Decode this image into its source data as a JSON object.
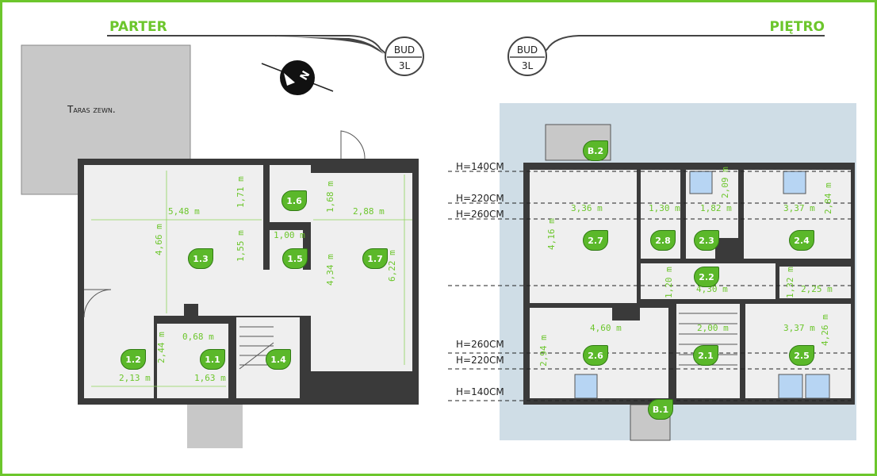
{
  "ground_floor": {
    "title": "PARTER",
    "badge": {
      "line1": "BUD",
      "line2": "3L"
    },
    "compass_label": "N",
    "terrace_label": "Taras zewn.",
    "rooms": [
      {
        "id": "1.1"
      },
      {
        "id": "1.2"
      },
      {
        "id": "1.3"
      },
      {
        "id": "1.4"
      },
      {
        "id": "1.5"
      },
      {
        "id": "1.6"
      },
      {
        "id": "1.7"
      }
    ],
    "dimensions": [
      "5,48 m",
      "1,71 m",
      "1,55 m",
      "4,66 m",
      "1,00 m",
      "1,68 m",
      "2,88 m",
      "4,34 m",
      "6,22 m",
      "0,68 m",
      "2,44 m",
      "2,13 m",
      "1,63 m"
    ]
  },
  "upper_floor": {
    "title": "PIĘTRO",
    "badge": {
      "line1": "BUD",
      "line2": "3L"
    },
    "rooms": [
      {
        "id": "2.1"
      },
      {
        "id": "2.2"
      },
      {
        "id": "2.3"
      },
      {
        "id": "2.4"
      },
      {
        "id": "2.5"
      },
      {
        "id": "2.6"
      },
      {
        "id": "2.7"
      },
      {
        "id": "2.8"
      },
      {
        "id": "B.1"
      },
      {
        "id": "B.2"
      }
    ],
    "dimensions": [
      "3,36 m",
      "1,30 m",
      "1,82 m",
      "3,37 m",
      "2,09 m",
      "2,84 m",
      "4,16 m",
      "1,20 m",
      "4,30 m",
      "1,32 m",
      "2,25 m",
      "4,60 m",
      "2,00 m",
      "3,37 m",
      "4,26 m",
      "2,94 m"
    ],
    "height_lines": [
      "H=140CM",
      "H=220CM",
      "H=260CM",
      "H=260CM",
      "H=220CM",
      "H=140CM"
    ]
  },
  "colors": {
    "accent": "#6cc62c",
    "wall": "#3a3a3a",
    "floor": "#efefef",
    "roof": "#cfdde6"
  }
}
